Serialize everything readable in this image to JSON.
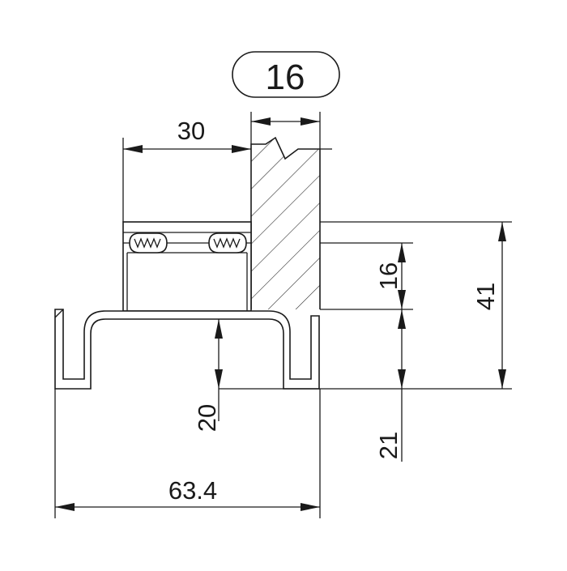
{
  "badge": {
    "label": "16"
  },
  "dimensions": {
    "width_top": "30",
    "thickness_slot": "16",
    "height_total": "41",
    "height_inner": "20",
    "height_lower": "21",
    "width_total": "63.4"
  },
  "colors": {
    "line": "#1a1a1a",
    "background": "#ffffff"
  }
}
